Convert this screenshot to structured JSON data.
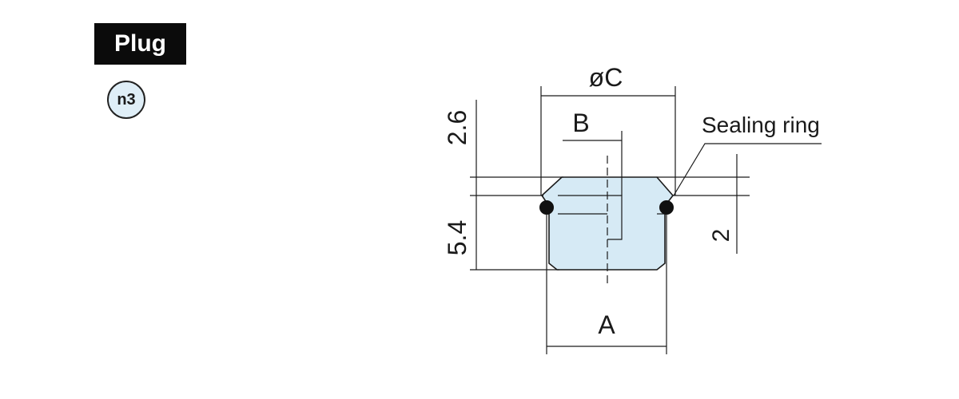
{
  "header": {
    "title": "Plug",
    "ref_code": "n3"
  },
  "drawing": {
    "dim_diameter_c": "øC",
    "dim_b": "B",
    "dim_a": "A",
    "dim_top_height": "2.6",
    "dim_body_height": "5.4",
    "dim_ring": "2",
    "callout_sealing_ring": "Sealing ring"
  },
  "colors": {
    "part_fill": "#d6eaf5",
    "line": "#1a1a1a",
    "badge_bg": "#0b0b0b",
    "ref_fill": "#dfeef7"
  }
}
